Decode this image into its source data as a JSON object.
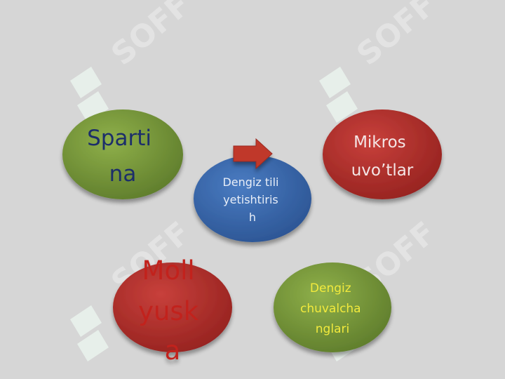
{
  "watermark": {
    "text": "SOFF",
    "color": "#e8f3ec",
    "icon": "sf-logo-mark"
  },
  "nodes": [
    {
      "id": "spartina",
      "lines": [
        "Sparti",
        "na"
      ],
      "fill": "#7a9a3c",
      "text_color": "#1d2f6a"
    },
    {
      "id": "dengiz-tili",
      "lines": [
        "Dengiz  tili",
        "yetishtiris",
        "h"
      ],
      "fill": "#3b6bb0",
      "text_color": "#e8eef8"
    },
    {
      "id": "mikrosuvotlar",
      "lines": [
        "Mikros",
        "uvo’tlar"
      ],
      "fill": "#b5302c",
      "text_color": "#f4e6e6"
    },
    {
      "id": "mollyuska",
      "lines": [
        "Moll",
        "yusk",
        "a"
      ],
      "fill": "#b9302d",
      "text_color": "#c2231f"
    },
    {
      "id": "dengiz-chuvalchanglari",
      "lines": [
        "Dengiz",
        "chuvalcha",
        "nglari"
      ],
      "fill": "#7b9b3b",
      "text_color": "#f2ea3c"
    }
  ],
  "arrow": {
    "fill": "#c0392b",
    "direction": "right"
  }
}
